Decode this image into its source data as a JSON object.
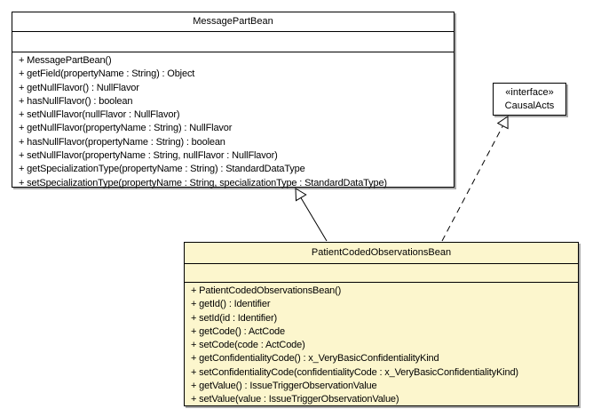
{
  "diagram": {
    "type": "uml-class-diagram",
    "background_color": "#ffffff",
    "shadow_color": "#aaaaaa",
    "border_color": "#000000",
    "classes": [
      {
        "name": "MessagePartBean",
        "stereotype": "",
        "fill_color": "#ffffff",
        "attributes": [],
        "methods": [
          "+ MessagePartBean()",
          "+ getField(propertyName : String) : Object",
          "+ getNullFlavor() : NullFlavor",
          "+ hasNullFlavor() : boolean",
          "+ setNullFlavor(nullFlavor : NullFlavor)",
          "+ getNullFlavor(propertyName : String) : NullFlavor",
          "+ hasNullFlavor(propertyName : String) : boolean",
          "+ setNullFlavor(propertyName : String, nullFlavor : NullFlavor)",
          "+ getSpecializationType(propertyName : String) : StandardDataType",
          "+ setSpecializationType(propertyName : String, specializationType : StandardDataType)"
        ]
      },
      {
        "name": "CausalActs",
        "stereotype": "«interface»",
        "fill_color": "#ffffff",
        "attributes": [],
        "methods": []
      },
      {
        "name": "PatientCodedObservationsBean",
        "stereotype": "",
        "fill_color": "#fcf6cd",
        "attributes": [],
        "methods": [
          "+ PatientCodedObservationsBean()",
          "+ getId() : Identifier",
          "+ setId(id : Identifier)",
          "+ getCode() : ActCode",
          "+ setCode(code : ActCode)",
          "+ getConfidentialityCode() : x_VeryBasicConfidentialityKind",
          "+ setConfidentialityCode(confidentialityCode : x_VeryBasicConfidentialityKind)",
          "+ getValue() : IssueTriggerObservationValue",
          "+ setValue(value : IssueTriggerObservationValue)"
        ]
      }
    ],
    "relationships": [
      {
        "type": "generalization",
        "from": "PatientCodedObservationsBean",
        "to": "MessagePartBean",
        "line_style": "solid"
      },
      {
        "type": "realization",
        "from": "PatientCodedObservationsBean",
        "to": "CausalActs",
        "line_style": "dashed"
      }
    ]
  }
}
